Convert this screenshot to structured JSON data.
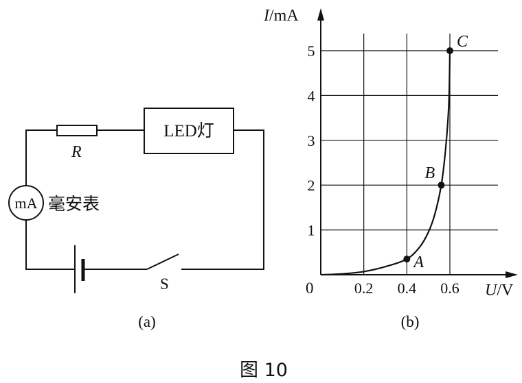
{
  "circuit": {
    "resistor_label": "R",
    "led_label": "LED灯",
    "meter_symbol": "mA",
    "meter_label": "毫安表",
    "switch_label": "S",
    "caption": "(a)"
  },
  "chart_data": {
    "type": "line",
    "x_label_symbol": "U",
    "x_label_unit": "/V",
    "y_label_symbol": "I",
    "y_label_unit": "/mA",
    "origin_label": "0",
    "x_ticks": [
      "0.2",
      "0.4",
      "0.6"
    ],
    "y_ticks": [
      "1",
      "2",
      "3",
      "4",
      "5"
    ],
    "xlim": [
      0,
      0.6
    ],
    "ylim": [
      0,
      5
    ],
    "grid": true,
    "points": [
      {
        "name": "A",
        "x": 0.4,
        "y": 0.35
      },
      {
        "name": "B",
        "x": 0.56,
        "y": 2
      },
      {
        "name": "C",
        "x": 0.6,
        "y": 5
      }
    ],
    "curve": [
      [
        0,
        0
      ],
      [
        0.1,
        0.02
      ],
      [
        0.2,
        0.07
      ],
      [
        0.3,
        0.18
      ],
      [
        0.4,
        0.35
      ],
      [
        0.46,
        0.62
      ],
      [
        0.5,
        0.95
      ],
      [
        0.53,
        1.35
      ],
      [
        0.56,
        2
      ],
      [
        0.58,
        2.8
      ],
      [
        0.595,
        3.8
      ],
      [
        0.6,
        5
      ]
    ],
    "caption": "(b)"
  },
  "figure_caption": "图 10"
}
